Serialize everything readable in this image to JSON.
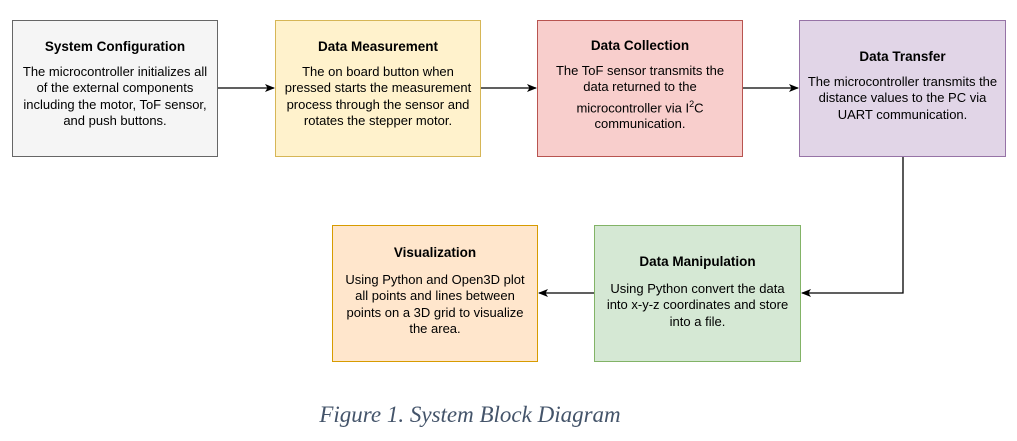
{
  "boxes": {
    "system_configuration": {
      "title": "System Configuration",
      "desc": "The microcontroller initializes all of the external components including the motor, ToF sensor, and push buttons.",
      "fill": "#f5f5f5",
      "stroke": "#666666"
    },
    "data_measurement": {
      "title": "Data Measurement",
      "desc": "The on board button when pressed starts the measurement process through the sensor and rotates the stepper motor.",
      "fill": "#fff2cc",
      "stroke": "#d6b656"
    },
    "data_collection": {
      "title": "Data Collection",
      "desc_part1": "The ToF sensor transmits the data returned to the microcontroller via I",
      "desc_sup": "2",
      "desc_part2": "C communication.",
      "fill": "#f8cecc",
      "stroke": "#b85450"
    },
    "data_transfer": {
      "title": "Data Transfer",
      "desc": "The microcontroller transmits the distance values to the PC via UART communication.",
      "fill": "#e1d5e7",
      "stroke": "#9673a6"
    },
    "data_manipulation": {
      "title": "Data Manipulation",
      "desc": "Using Python convert the data into x-y-z coordinates and store into a file.",
      "fill": "#d5e8d4",
      "stroke": "#82b366"
    },
    "visualization": {
      "title": "Visualization",
      "desc": "Using Python and Open3D plot all points and lines between points on a 3D grid to visualize the area.",
      "fill": "#ffe6cc",
      "stroke": "#d79b00"
    }
  },
  "caption": "Figure 1. System Block Diagram"
}
